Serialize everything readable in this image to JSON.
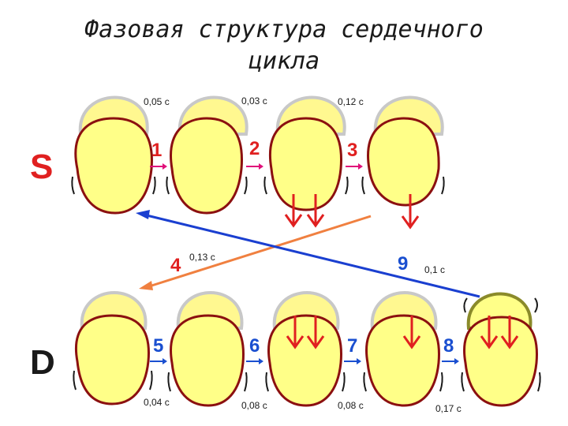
{
  "title": "Фазовая структура сердечного\nцикла",
  "rows": [
    {
      "label": "S",
      "label_color": "#e02020",
      "phases": [
        {
          "num": "1",
          "num_color": "#e02020",
          "time": "0,05 с"
        },
        {
          "num": "2",
          "num_color": "#e02020",
          "time": "0,03 с"
        },
        {
          "num": "3",
          "num_color": "#e02020",
          "time": "0,12 с"
        }
      ]
    },
    {
      "label": "D",
      "label_color": "#1a1a1a",
      "phases": [
        {
          "num": "5",
          "num_color": "#1a4fd0",
          "time": "0,04 с"
        },
        {
          "num": "6",
          "num_color": "#1a4fd0",
          "time": "0,08 с"
        },
        {
          "num": "7",
          "num_color": "#1a4fd0",
          "time": "0,08 с"
        },
        {
          "num": "8",
          "num_color": "#1a4fd0",
          "time": "0,17 с"
        }
      ]
    }
  ],
  "transitions": [
    {
      "num": "4",
      "num_color": "#e02020",
      "time": "0,13 с",
      "arrow_color": "#f08040"
    },
    {
      "num": "9",
      "num_color": "#1a4fd0",
      "time": "0,1 с",
      "arrow_color": "#1a3fd0"
    }
  ],
  "colors": {
    "heart_fill": "#ffff88",
    "atrium_fill": "#fff890",
    "atrium_stroke": "#c8c8c8",
    "outline": "#8b1010",
    "blood_arrow": "#e02020",
    "phase_arrow": "#e0107a",
    "diastole_arrow": "#1a4fd0",
    "atrium_active": "#8a8a2a"
  }
}
